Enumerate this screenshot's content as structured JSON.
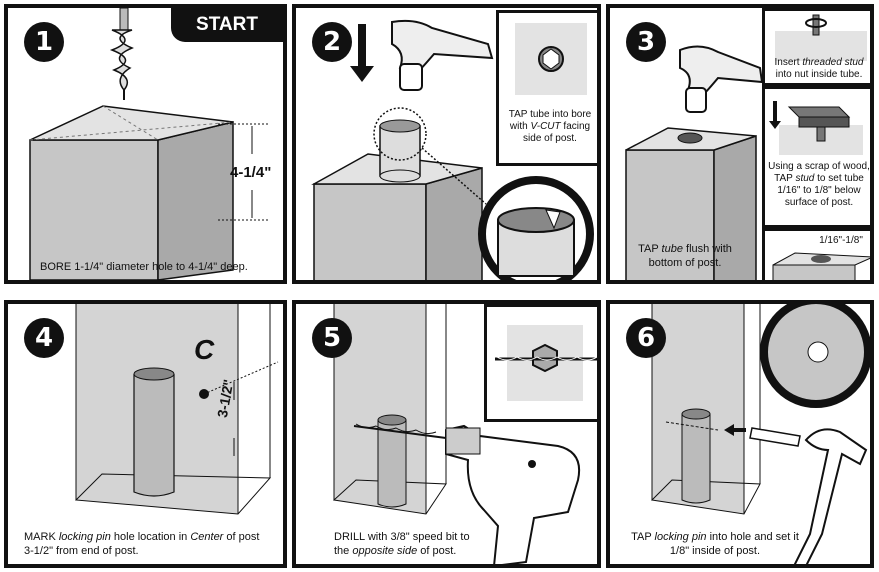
{
  "panels": [
    {
      "number": "1",
      "badge": "START",
      "caption_parts": [
        "BORE 1-1/4\" diameter hole to 4-1/4\" deep."
      ],
      "dimension": "4-1/4\""
    },
    {
      "number": "2",
      "inset_caption_1": "TAP tube into bore",
      "inset_caption_2a": "with ",
      "inset_caption_2b": "V-CUT",
      "inset_caption_2c": " facing",
      "inset_caption_3": "side of post."
    },
    {
      "number": "3",
      "caption_a": "TAP ",
      "caption_b": "tube",
      "caption_c": " flush with",
      "caption_d": "bottom of post.",
      "inset1_a": "Insert ",
      "inset1_b": "threaded stud",
      "inset1_c": "into nut inside tube.",
      "inset2_1": "Using a scrap of wood,",
      "inset2_2a": "TAP ",
      "inset2_2b": "stud",
      "inset2_2c": " to set tube",
      "inset2_3": "1/16\" to 1/8\" below",
      "inset2_4": "surface of post.",
      "inset3_dim": "1/16\"-1/8\""
    },
    {
      "number": "4",
      "caption_a": "MARK ",
      "caption_b": "locking pin",
      "caption_c": " hole location in ",
      "caption_d": "Center",
      "caption_e": " of post",
      "caption_f": "3-1/2\" from end of post.",
      "dimension": "3-1/2\"",
      "mark_letter": "C"
    },
    {
      "number": "5",
      "caption_a": "DRILL with 3/8\" speed bit to",
      "caption_b": "the ",
      "caption_c": "opposite side",
      "caption_d": " of post."
    },
    {
      "number": "6",
      "caption_a": "TAP ",
      "caption_b": "locking pin",
      "caption_c": " into hole and set it",
      "caption_d": "1/8\" inside of post."
    }
  ],
  "colors": {
    "ink": "#111111",
    "post_front": "#c8c8c8",
    "post_side": "#a9a9a9",
    "post_top": "#e2e2e2",
    "light": "#dedede"
  }
}
